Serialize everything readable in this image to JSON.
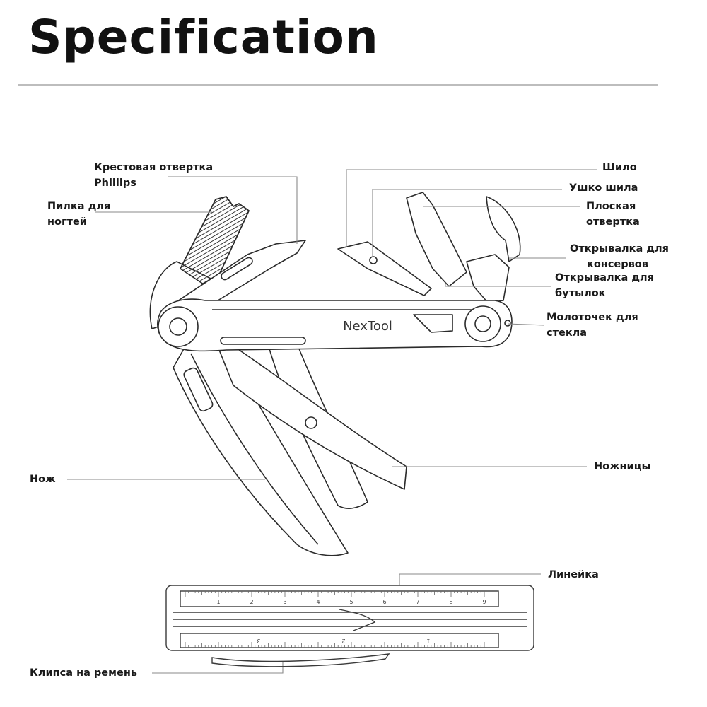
{
  "title": "Specification",
  "brand": "NexTool",
  "labels": {
    "phillips": [
      "Крестовая отвертка",
      "Phillips"
    ],
    "nail_file": [
      "Пилка для",
      "ногтей"
    ],
    "awl": [
      "Шило"
    ],
    "awl_eye": [
      "Ушко шила"
    ],
    "flat_screwdriver": [
      "Плоская",
      "отвертка"
    ],
    "can_opener": [
      "Открывалка для",
      "консервов"
    ],
    "bottle_opener": [
      "Открывалка для",
      "бутылок"
    ],
    "glass_hammer": [
      "Молоточек для",
      "стекла"
    ],
    "scissors": [
      "Ножницы"
    ],
    "knife": [
      "Нож"
    ],
    "ruler": [
      "Линейка"
    ],
    "belt_clip": [
      "Клипса на ремень"
    ]
  },
  "ruler_ticks_top": [
    "1",
    "2",
    "3",
    "4",
    "5",
    "6",
    "7",
    "8",
    "9"
  ],
  "ruler_ticks_bottom": [
    "3",
    "2",
    "1"
  ]
}
